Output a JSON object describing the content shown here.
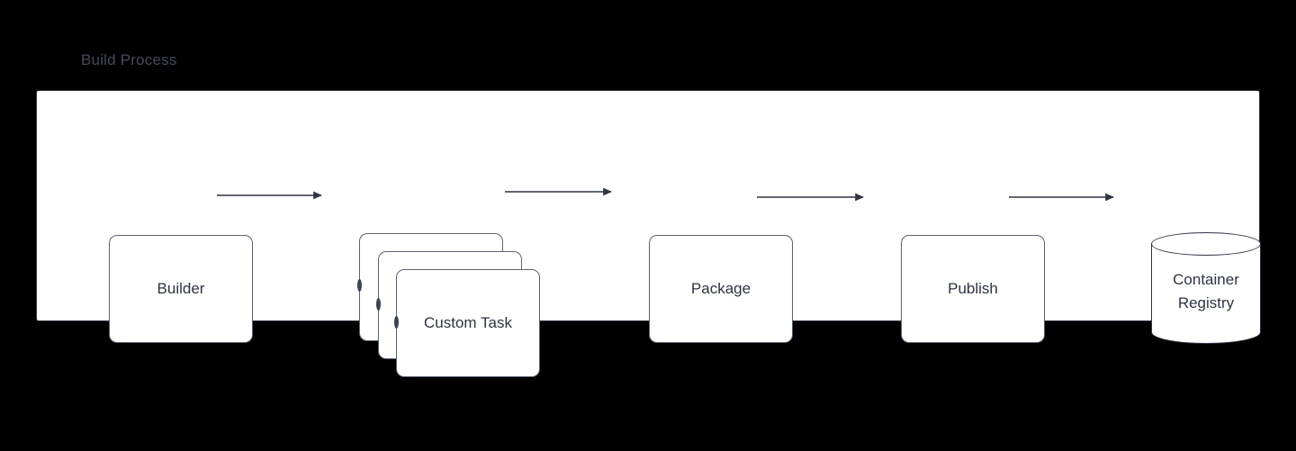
{
  "diagram": {
    "title": "Build Process",
    "background_color": "#000000",
    "panel_color": "#ffffff",
    "title_color": "#434b5c",
    "node_text_color": "#2e3440",
    "node_border_color": "#5b6370",
    "connector_color": "#2e3440",
    "nodes": [
      {
        "id": "builder",
        "label": "Builder",
        "shape": "rounded-rectangle"
      },
      {
        "id": "custom-task",
        "label": "Custom Task",
        "shape": "stacked-rounded-rectangles",
        "stack_count": 3
      },
      {
        "id": "package",
        "label": "Package",
        "shape": "rounded-rectangle"
      },
      {
        "id": "publish",
        "label": "Publish",
        "shape": "rounded-rectangle"
      },
      {
        "id": "container-registry",
        "label": "Container\nRegistry",
        "shape": "cylinder"
      }
    ],
    "connectors": [
      {
        "from": "builder",
        "to": "custom-task",
        "arrowhead": "filled-triangle"
      },
      {
        "from": "custom-task",
        "to": "package",
        "arrowhead": "filled-triangle"
      },
      {
        "from": "package",
        "to": "publish",
        "arrowhead": "filled-triangle"
      },
      {
        "from": "publish",
        "to": "container-registry",
        "arrowhead": "filled-triangle"
      }
    ]
  }
}
